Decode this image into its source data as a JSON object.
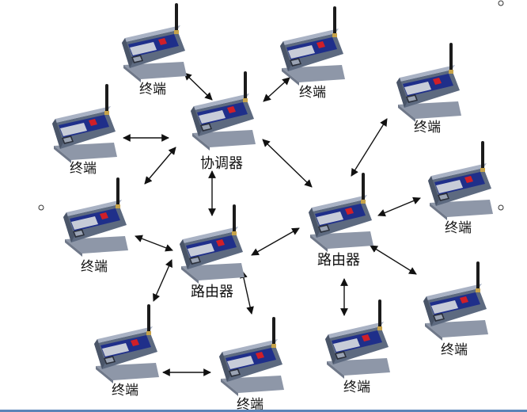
{
  "labels": {
    "coordinator": "协调器",
    "router": "路由器",
    "terminal": "终端"
  },
  "colors": {
    "device_body": "#5d6a80",
    "device_top": "#a9b2c4",
    "device_blue": "#1f2f8a",
    "device_red": "#d01f28",
    "device_base": "#9aa3b3",
    "antenna": "#1b1b1b",
    "arrow": "#111111",
    "label": "#111111",
    "frame_line": "#5b84b8"
  },
  "nodes": [
    {
      "id": "coordinator",
      "role": "coordinator",
      "label_key": "coordinator"
    },
    {
      "id": "router-left",
      "role": "router",
      "label_key": "router"
    },
    {
      "id": "router-right",
      "role": "router",
      "label_key": "router"
    },
    {
      "id": "terminal-top-left",
      "role": "terminal",
      "label_key": "terminal"
    },
    {
      "id": "terminal-top-mid",
      "role": "terminal",
      "label_key": "terminal"
    },
    {
      "id": "terminal-left",
      "role": "terminal",
      "label_key": "terminal"
    },
    {
      "id": "terminal-mid-left",
      "role": "terminal",
      "label_key": "terminal"
    },
    {
      "id": "terminal-top-right",
      "role": "terminal",
      "label_key": "terminal"
    },
    {
      "id": "terminal-right",
      "role": "terminal",
      "label_key": "terminal"
    },
    {
      "id": "terminal-bottom-right",
      "role": "terminal",
      "label_key": "terminal"
    },
    {
      "id": "terminal-bottom-left",
      "role": "terminal",
      "label_key": "terminal"
    },
    {
      "id": "terminal-bottom-mid",
      "role": "terminal",
      "label_key": "terminal"
    },
    {
      "id": "terminal-bottom-center",
      "role": "terminal",
      "label_key": "terminal"
    }
  ],
  "links": [
    {
      "from": "coordinator",
      "to": "terminal-top-left"
    },
    {
      "from": "coordinator",
      "to": "terminal-top-mid"
    },
    {
      "from": "coordinator",
      "to": "terminal-left"
    },
    {
      "from": "coordinator",
      "to": "terminal-mid-left"
    },
    {
      "from": "coordinator",
      "to": "router-left"
    },
    {
      "from": "coordinator",
      "to": "router-right"
    },
    {
      "from": "router-right",
      "to": "terminal-top-right"
    },
    {
      "from": "router-right",
      "to": "terminal-right"
    },
    {
      "from": "router-right",
      "to": "terminal-bottom-right"
    },
    {
      "from": "router-right",
      "to": "terminal-bottom-center"
    },
    {
      "from": "router-right",
      "to": "router-left"
    },
    {
      "from": "router-left",
      "to": "terminal-mid-left"
    },
    {
      "from": "router-left",
      "to": "terminal-bottom-left"
    },
    {
      "from": "router-left",
      "to": "terminal-bottom-mid"
    },
    {
      "from": "terminal-bottom-left",
      "to": "terminal-bottom-mid"
    }
  ]
}
